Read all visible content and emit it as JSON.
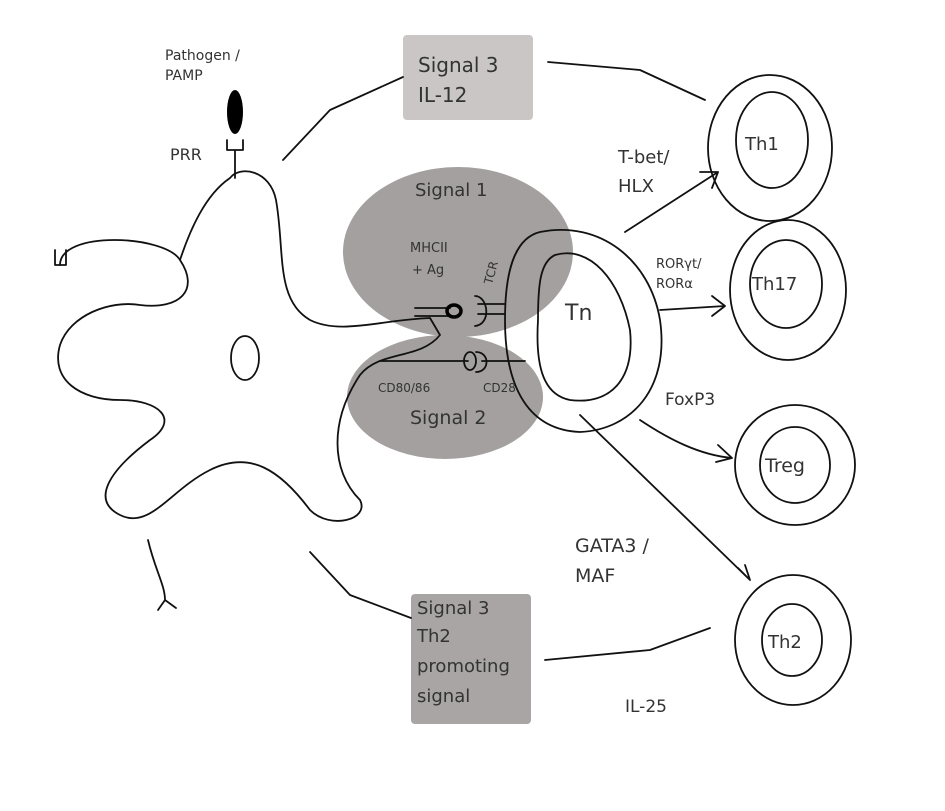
{
  "pathogen": {
    "line1": "Pathogen /",
    "line2": "PAMP"
  },
  "prr": "PRR",
  "signal3_il12": {
    "line1": "Signal 3",
    "line2": "IL-12"
  },
  "signal1": {
    "title": "Signal 1",
    "mhc1": "MHCII",
    "mhc2": "+ Ag",
    "tcr": "TCR"
  },
  "signal2": {
    "title": "Signal 2",
    "cd80": "CD80/86",
    "cd28": "CD28"
  },
  "naive_cell": "Tn",
  "th1": {
    "label": "Th1",
    "tf1": "T-bet/",
    "tf2": "HLX"
  },
  "th17": {
    "label": "Th17",
    "tf1": "RORγt/",
    "tf2": "RORα"
  },
  "treg": {
    "label": "Treg",
    "tf": "FoxP3"
  },
  "th2": {
    "label": "Th2",
    "tf1": "GATA3 /",
    "tf2": "MAF",
    "cytokine": "IL-25"
  },
  "signal3_th2": {
    "line1": "Signal 3",
    "line2": "Th2",
    "line3": "promoting",
    "line4": "signal"
  },
  "colors": {
    "signal3_top": "#c9c6c5",
    "signal_ellipse": "#a3a09f",
    "signal3_bottom": "#a8a5a4"
  }
}
